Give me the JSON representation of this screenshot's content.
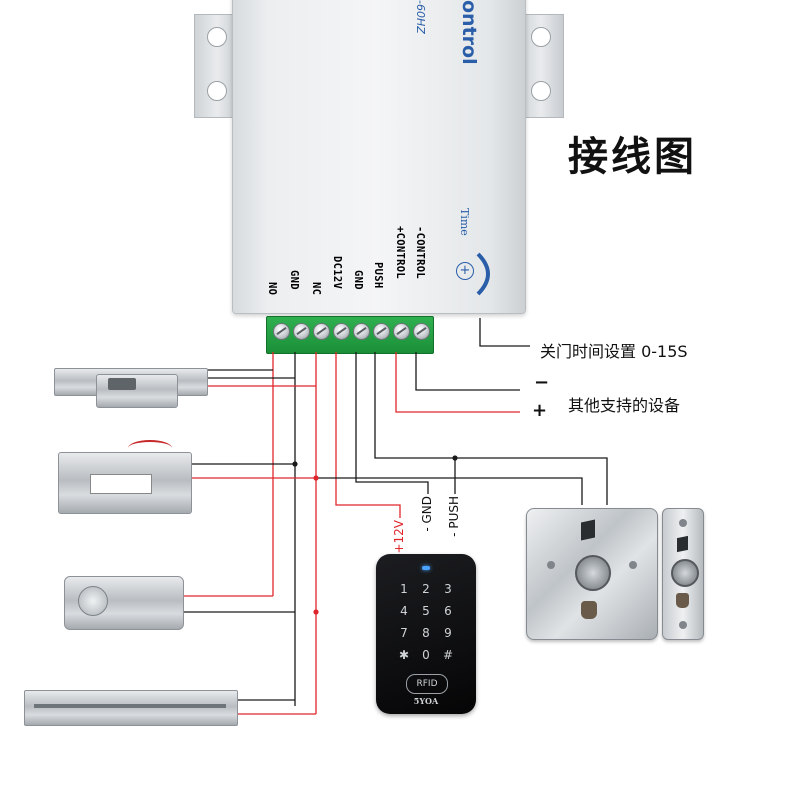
{
  "title": "接线图",
  "controller": {
    "brand": "ontrol",
    "frequency": "-60HZ",
    "time_label": "Time",
    "terminal_labels": [
      "NO",
      "GND",
      "NC",
      "DC12V",
      "GND",
      "PUSH",
      "+CONTROL",
      "-CONTROL"
    ]
  },
  "notes": {
    "time_setting": "关门时间设置 0-15S",
    "minus": "−",
    "plus": "+",
    "other_devices": "其他支持的设备"
  },
  "reader": {
    "wire_labels": [
      "+12V",
      "- GND",
      "- PUSH"
    ],
    "keys": [
      "1",
      "2",
      "3",
      "4",
      "5",
      "6",
      "7",
      "8",
      "9",
      "✱",
      "0",
      "#"
    ],
    "rfid_label": "RFID",
    "brand": "5YOA"
  },
  "colors": {
    "wire_red": "#e0262b",
    "wire_black": "#1a1a1a",
    "terminal_green": "#22a045",
    "brand_blue": "#2a5ea8"
  }
}
